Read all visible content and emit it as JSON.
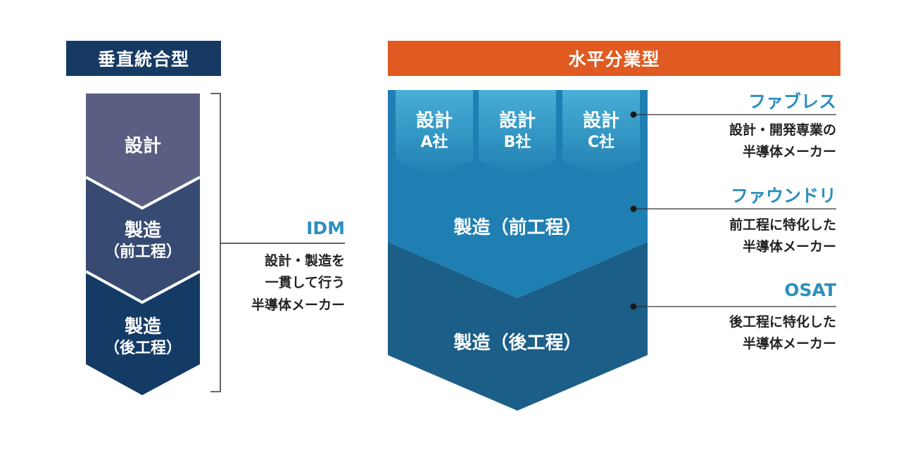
{
  "vertical": {
    "header": "垂直統合型",
    "stages": [
      {
        "line1": "設計",
        "line2": ""
      },
      {
        "line1": "製造",
        "line2": "（前工程）"
      },
      {
        "line1": "製造",
        "line2": "（後工程）"
      }
    ],
    "idm": {
      "label": "IDM",
      "desc": [
        "設計・製造を",
        "一貫して行う",
        "半導体メーカー"
      ]
    }
  },
  "horizontal": {
    "header": "水平分業型",
    "design_blocks": [
      {
        "title": "設計",
        "company": "A社"
      },
      {
        "title": "設計",
        "company": "B社"
      },
      {
        "title": "設計",
        "company": "C社"
      }
    ],
    "front_process": "製造（前工程）",
    "back_process": "製造（後工程）",
    "companies": [
      {
        "label": "ファブレス",
        "desc": [
          "設計・開発専業の",
          "半導体メーカー"
        ]
      },
      {
        "label": "ファウンドリ",
        "desc": [
          "前工程に特化した",
          "半導体メーカー"
        ]
      },
      {
        "label": "OSAT",
        "desc": [
          "後工程に特化した",
          "半導体メーカー"
        ]
      }
    ]
  },
  "colors": {
    "vertical_header": "#163a63",
    "horizontal_header": "#e05a21",
    "label_blue": "#2d8fc0"
  }
}
